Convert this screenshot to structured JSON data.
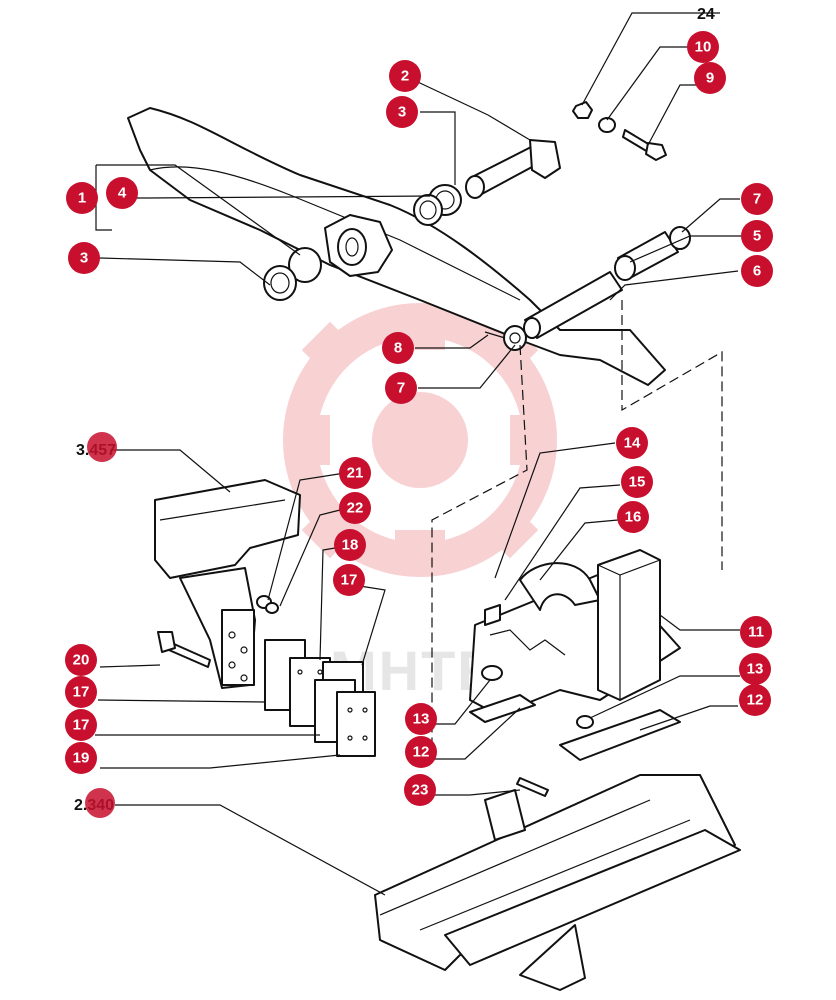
{
  "watermark": {
    "text": "MHTEX",
    "color": "#e2333a"
  },
  "top_ref": "24",
  "references": [
    {
      "id": "ref-3457",
      "label": "3.457"
    },
    {
      "id": "ref-2340",
      "label": "2.340"
    }
  ],
  "callouts": [
    {
      "id": "c2",
      "label": "2"
    },
    {
      "id": "c3a",
      "label": "3"
    },
    {
      "id": "c1",
      "label": "1"
    },
    {
      "id": "c4",
      "label": "4"
    },
    {
      "id": "c3b",
      "label": "3"
    },
    {
      "id": "c10",
      "label": "10"
    },
    {
      "id": "c9",
      "label": "9"
    },
    {
      "id": "c7a",
      "label": "7"
    },
    {
      "id": "c5",
      "label": "5"
    },
    {
      "id": "c6",
      "label": "6"
    },
    {
      "id": "c8",
      "label": "8"
    },
    {
      "id": "c7b",
      "label": "7"
    },
    {
      "id": "c14",
      "label": "14"
    },
    {
      "id": "c15",
      "label": "15"
    },
    {
      "id": "c16",
      "label": "16"
    },
    {
      "id": "c21",
      "label": "21"
    },
    {
      "id": "c22",
      "label": "22"
    },
    {
      "id": "c18",
      "label": "18"
    },
    {
      "id": "c17a",
      "label": "17"
    },
    {
      "id": "c20",
      "label": "20"
    },
    {
      "id": "c17b",
      "label": "17"
    },
    {
      "id": "c17c",
      "label": "17"
    },
    {
      "id": "c19",
      "label": "19"
    },
    {
      "id": "c11",
      "label": "11"
    },
    {
      "id": "c13a",
      "label": "13"
    },
    {
      "id": "c12a",
      "label": "12"
    },
    {
      "id": "c13b",
      "label": "13"
    },
    {
      "id": "c12b",
      "label": "12"
    },
    {
      "id": "c23",
      "label": "23"
    }
  ]
}
